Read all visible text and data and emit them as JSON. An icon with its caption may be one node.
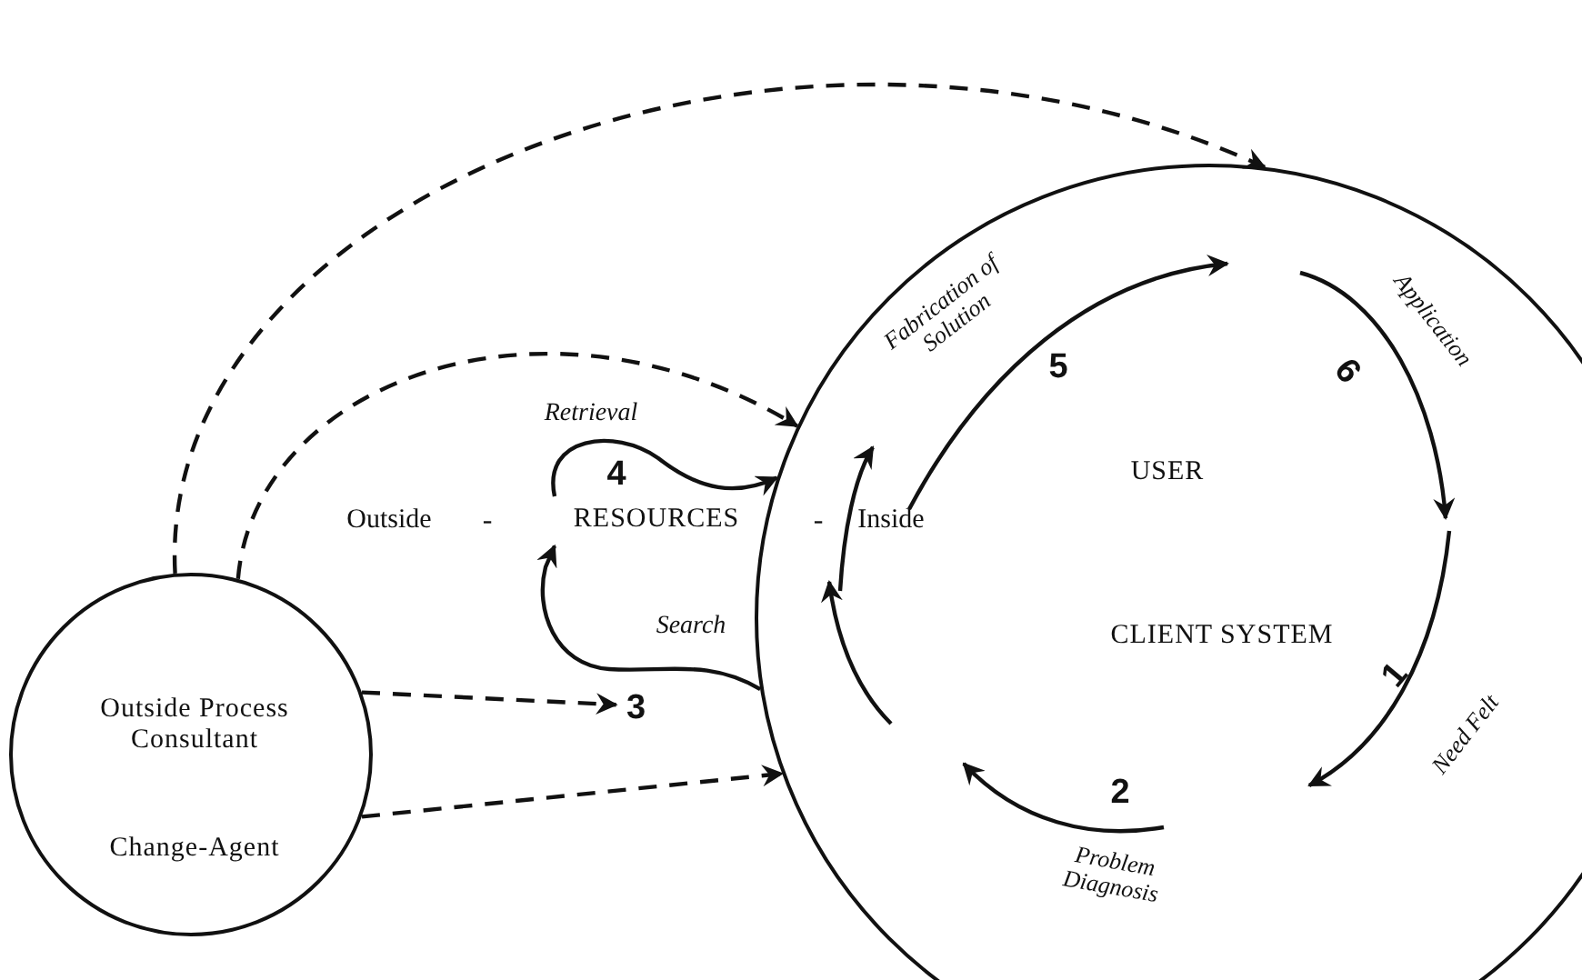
{
  "diagram": {
    "nodes": [
      {
        "text": [
          "USER",
          "CLIENT SYSTEM"
        ]
      },
      {
        "text": [
          "Outside Process Consultant",
          "Change-Agent"
        ]
      },
      {
        "text": [
          "RESOURCES"
        ]
      },
      {
        "text": [
          "3"
        ]
      }
    ],
    "edges": [
      {
        "from": 1,
        "to": 0,
        "arrow": "to",
        "style": "dashed"
      },
      {
        "from": 1,
        "to": 0,
        "arrow": "to",
        "style": "dashed"
      },
      {
        "from": 1,
        "to": 3,
        "arrow": "to",
        "style": "dashed"
      },
      {
        "from": 1,
        "to": 0,
        "arrow": "to",
        "style": "dashed"
      },
      {
        "from": 0,
        "to": 2,
        "arrow": "to",
        "label": "Search"
      },
      {
        "from": 2,
        "to": 0,
        "arrow": "to",
        "label": "Retrieval"
      }
    ],
    "labels": [
      "Fabrication of Solution",
      "5",
      "Application",
      "6",
      "4",
      "Outside",
      "-",
      "-",
      "Inside",
      "1",
      "Need Felt",
      "2",
      "Problem Diagnosis"
    ]
  }
}
